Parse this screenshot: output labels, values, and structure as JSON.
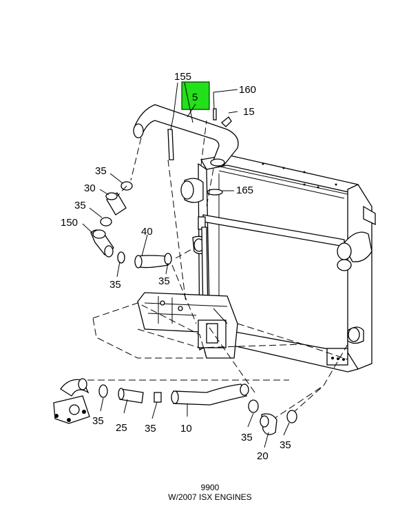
{
  "callouts": {
    "c155": "155",
    "c5": "5",
    "c160": "160",
    "c15": "15",
    "c35_a": "35",
    "c30": "30",
    "c35_b": "35",
    "c165": "165",
    "c150": "150",
    "c40": "40",
    "c35_c": "35",
    "c35_d": "35",
    "c35_e": "35",
    "c25": "25",
    "c35_f": "35",
    "c10": "10",
    "c35_g": "35",
    "c35_h": "35",
    "c20": "20"
  },
  "highlight": {
    "part": "5",
    "color": "#22e01a"
  },
  "caption": {
    "code": "9900",
    "title": "W/2007 ISX ENGINES"
  }
}
